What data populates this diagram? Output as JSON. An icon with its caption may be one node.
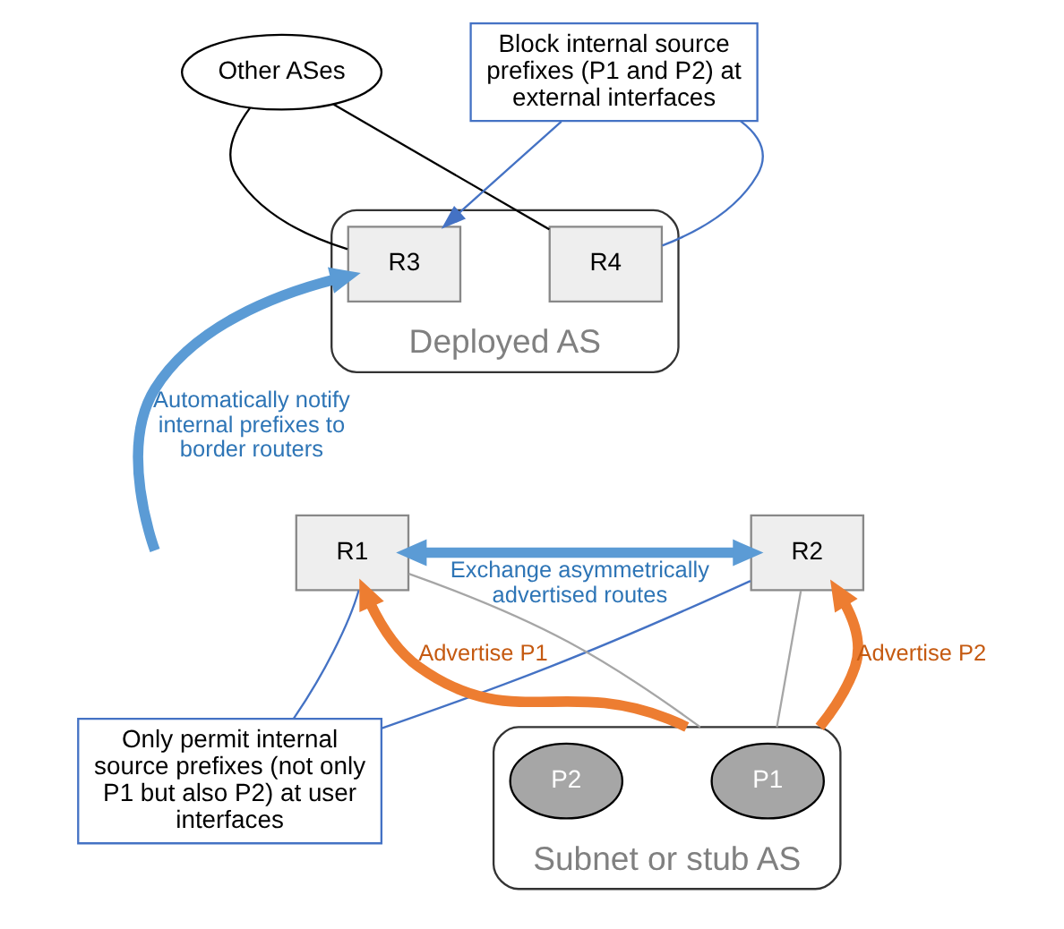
{
  "diagram": {
    "nodes": [
      {
        "text": [
          "Other ASes"
        ]
      },
      {
        "text": [
          "Deployed AS"
        ]
      },
      {
        "text": [
          "R3"
        ],
        "in": 1
      },
      {
        "text": [
          "R4"
        ],
        "in": 1
      },
      {
        "text": [
          "R1"
        ]
      },
      {
        "text": [
          "R2"
        ]
      },
      {
        "text": [
          "Block internal source prefixes (P1 and P2) at external interfaces"
        ]
      },
      {
        "text": [
          "Only permit internal source prefixes (not only P1 but also P2) at user interfaces"
        ]
      },
      {
        "text": [
          "Subnet or stub AS"
        ]
      },
      {
        "text": [
          "P1"
        ],
        "in": 8
      },
      {
        "text": [
          "P2"
        ],
        "in": 8
      }
    ],
    "edges": [
      {
        "from": 0,
        "to": 2,
        "arrow": "none",
        "color": "#000000"
      },
      {
        "from": 0,
        "to": 3,
        "arrow": "none",
        "color": "#000000"
      },
      {
        "from": 6,
        "to": 2,
        "arrow": "to",
        "color": "#4472c4"
      },
      {
        "from": 6,
        "to": 3,
        "arrow": "none",
        "color": "#4472c4"
      },
      {
        "from": null,
        "to": 2,
        "arrow": "to",
        "label": "Automatically notify internal prefixes to border routers",
        "style": "thick",
        "color": "#5b9bd5"
      },
      {
        "from": 4,
        "to": 5,
        "arrow": "both",
        "label": "Exchange asymmetrically advertised routes",
        "style": "thick",
        "color": "#5b9bd5"
      },
      {
        "from": 7,
        "to": 4,
        "arrow": "none",
        "color": "#4472c4"
      },
      {
        "from": 7,
        "to": 5,
        "arrow": "none",
        "color": "#4472c4"
      },
      {
        "from": 8,
        "to": 4,
        "arrow": "none",
        "color": "#a6a6a6"
      },
      {
        "from": 8,
        "to": 5,
        "arrow": "none",
        "color": "#a6a6a6"
      },
      {
        "from": 8,
        "to": 4,
        "arrow": "to",
        "label": "Advertise P1",
        "style": "thick",
        "color": "#ed7d31"
      },
      {
        "from": 8,
        "to": 5,
        "arrow": "to",
        "label": "Advertise P2",
        "style": "thick",
        "color": "#ed7d31"
      }
    ]
  }
}
